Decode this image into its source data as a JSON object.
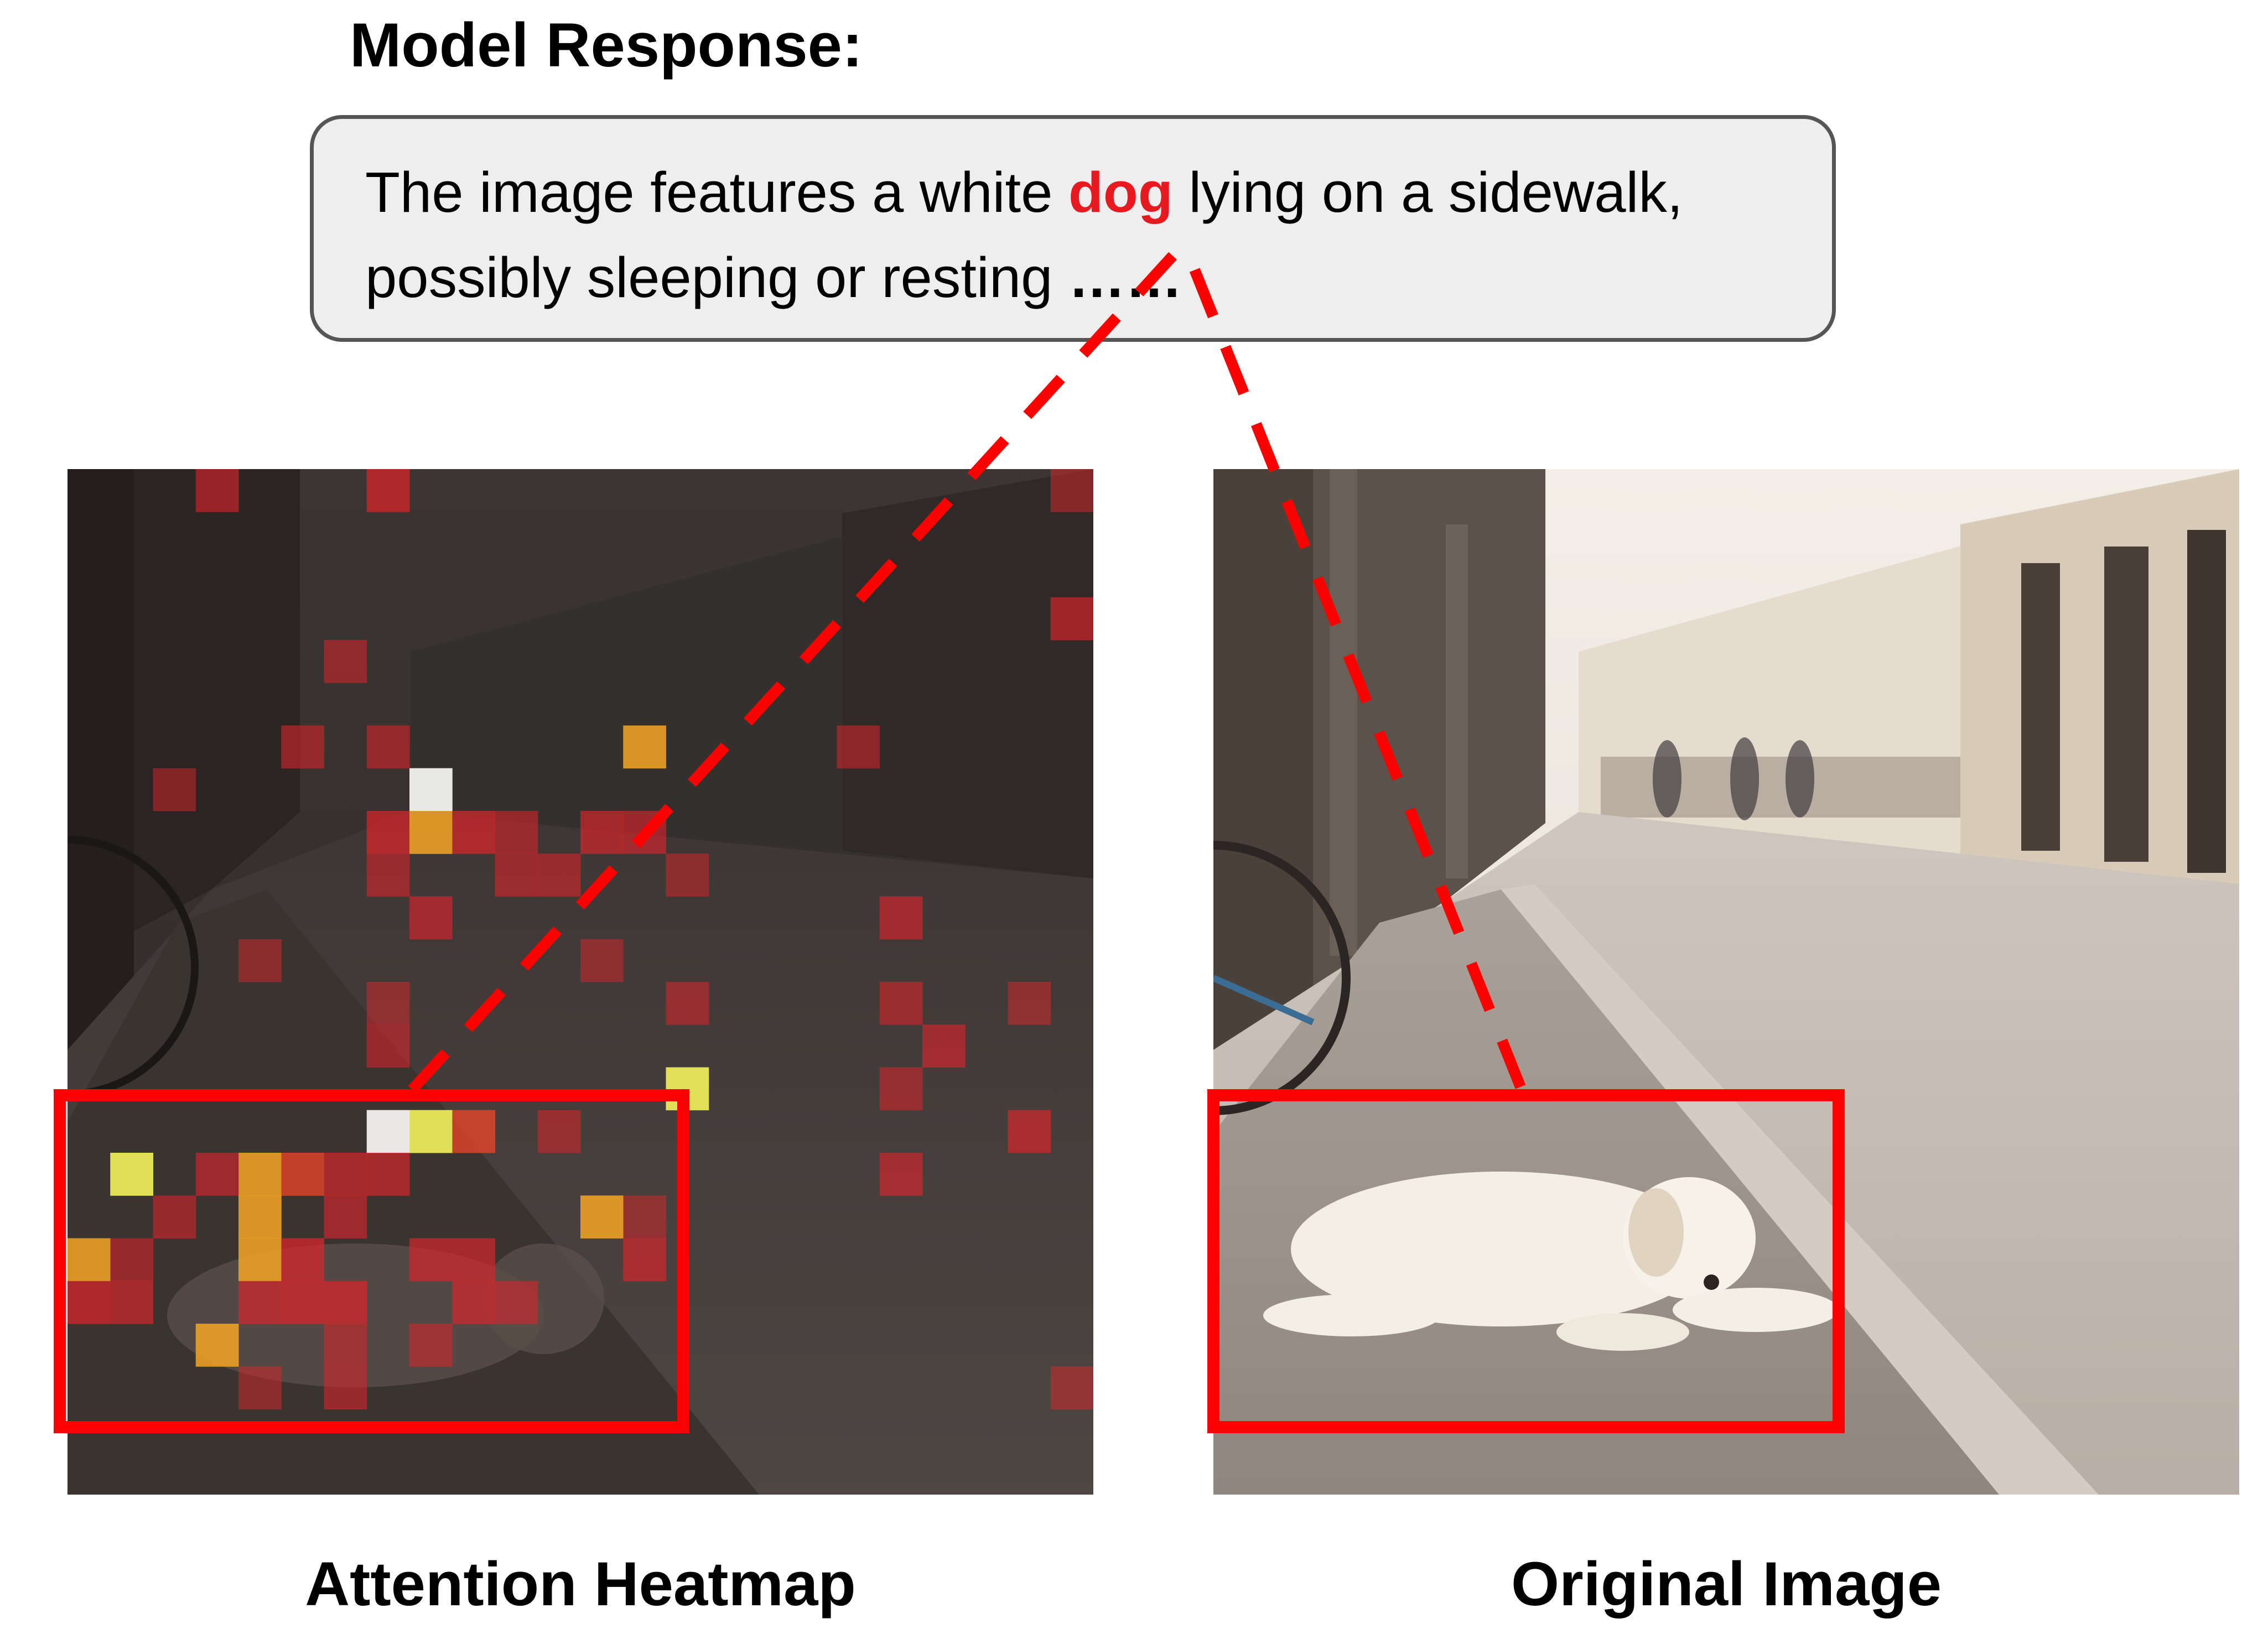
{
  "title": "Model Response:",
  "response": {
    "before": "The image features a white ",
    "highlight": "dog",
    "after_line1": " lying on a sidewalk,",
    "line2": "possibly sleeping or resting ",
    "ellipsis": "……"
  },
  "captions": {
    "left": "Attention Heatmap",
    "right": "Original Image"
  },
  "colors": {
    "highlight": "#e8191f",
    "box_border": "#555555",
    "box_fill": "#eeeeee",
    "annotation": "#ff0000"
  },
  "heatmap": {
    "grid_size": 24,
    "cells": [
      {
        "c": 3,
        "r": 0,
        "v": 0.45
      },
      {
        "c": 7,
        "r": 0,
        "v": 0.55
      },
      {
        "c": 23,
        "r": 0,
        "v": 0.3
      },
      {
        "c": 23,
        "r": 3,
        "v": 0.5
      },
      {
        "c": 6,
        "r": 4,
        "v": 0.35
      },
      {
        "c": 5,
        "r": 6,
        "v": 0.4
      },
      {
        "c": 7,
        "r": 6,
        "v": 0.4
      },
      {
        "c": 13,
        "r": 6,
        "v": 0.8
      },
      {
        "c": 18,
        "r": 6,
        "v": 0.35
      },
      {
        "c": 8,
        "r": 7,
        "v": 1.0
      },
      {
        "c": 2,
        "r": 7,
        "v": 0.3
      },
      {
        "c": 7,
        "r": 8,
        "v": 0.55
      },
      {
        "c": 8,
        "r": 8,
        "v": 0.75
      },
      {
        "c": 9,
        "r": 8,
        "v": 0.55
      },
      {
        "c": 10,
        "r": 8,
        "v": 0.4
      },
      {
        "c": 12,
        "r": 8,
        "v": 0.5
      },
      {
        "c": 13,
        "r": 8,
        "v": 0.45
      },
      {
        "c": 7,
        "r": 9,
        "v": 0.4
      },
      {
        "c": 10,
        "r": 9,
        "v": 0.4
      },
      {
        "c": 11,
        "r": 9,
        "v": 0.4
      },
      {
        "c": 14,
        "r": 9,
        "v": 0.3
      },
      {
        "c": 8,
        "r": 10,
        "v": 0.45
      },
      {
        "c": 19,
        "r": 10,
        "v": 0.45
      },
      {
        "c": 4,
        "r": 11,
        "v": 0.3
      },
      {
        "c": 12,
        "r": 11,
        "v": 0.3
      },
      {
        "c": 7,
        "r": 12,
        "v": 0.3
      },
      {
        "c": 14,
        "r": 12,
        "v": 0.35
      },
      {
        "c": 19,
        "r": 12,
        "v": 0.4
      },
      {
        "c": 22,
        "r": 12,
        "v": 0.3
      },
      {
        "c": 7,
        "r": 13,
        "v": 0.4
      },
      {
        "c": 20,
        "r": 13,
        "v": 0.45
      },
      {
        "c": 14,
        "r": 14,
        "v": 0.85
      },
      {
        "c": 19,
        "r": 14,
        "v": 0.35
      },
      {
        "c": 7,
        "r": 15,
        "v": 0.97
      },
      {
        "c": 8,
        "r": 15,
        "v": 0.88
      },
      {
        "c": 9,
        "r": 15,
        "v": 0.7
      },
      {
        "c": 22,
        "r": 15,
        "v": 0.5
      },
      {
        "c": 11,
        "r": 15,
        "v": 0.35
      },
      {
        "c": 1,
        "r": 16,
        "v": 0.85
      },
      {
        "c": 4,
        "r": 16,
        "v": 0.75
      },
      {
        "c": 5,
        "r": 16,
        "v": 0.7
      },
      {
        "c": 3,
        "r": 16,
        "v": 0.45
      },
      {
        "c": 6,
        "r": 16,
        "v": 0.5
      },
      {
        "c": 7,
        "r": 16,
        "v": 0.5
      },
      {
        "c": 19,
        "r": 16,
        "v": 0.45
      },
      {
        "c": 4,
        "r": 17,
        "v": 0.75
      },
      {
        "c": 12,
        "r": 17,
        "v": 0.75
      },
      {
        "c": 2,
        "r": 17,
        "v": 0.4
      },
      {
        "c": 6,
        "r": 17,
        "v": 0.45
      },
      {
        "c": 13,
        "r": 17,
        "v": 0.3
      },
      {
        "c": 0,
        "r": 18,
        "v": 0.75
      },
      {
        "c": 4,
        "r": 18,
        "v": 0.72
      },
      {
        "c": 5,
        "r": 18,
        "v": 0.55
      },
      {
        "c": 8,
        "r": 18,
        "v": 0.5
      },
      {
        "c": 9,
        "r": 18,
        "v": 0.5
      },
      {
        "c": 1,
        "r": 18,
        "v": 0.4
      },
      {
        "c": 13,
        "r": 18,
        "v": 0.5
      },
      {
        "c": 0,
        "r": 19,
        "v": 0.55
      },
      {
        "c": 1,
        "r": 19,
        "v": 0.5
      },
      {
        "c": 4,
        "r": 19,
        "v": 0.5
      },
      {
        "c": 5,
        "r": 19,
        "v": 0.55
      },
      {
        "c": 6,
        "r": 19,
        "v": 0.55
      },
      {
        "c": 9,
        "r": 19,
        "v": 0.5
      },
      {
        "c": 10,
        "r": 19,
        "v": 0.4
      },
      {
        "c": 3,
        "r": 20,
        "v": 0.72
      },
      {
        "c": 6,
        "r": 20,
        "v": 0.35
      },
      {
        "c": 8,
        "r": 20,
        "v": 0.35
      },
      {
        "c": 4,
        "r": 21,
        "v": 0.3
      },
      {
        "c": 6,
        "r": 21,
        "v": 0.4
      },
      {
        "c": 23,
        "r": 21,
        "v": 0.3
      }
    ]
  }
}
